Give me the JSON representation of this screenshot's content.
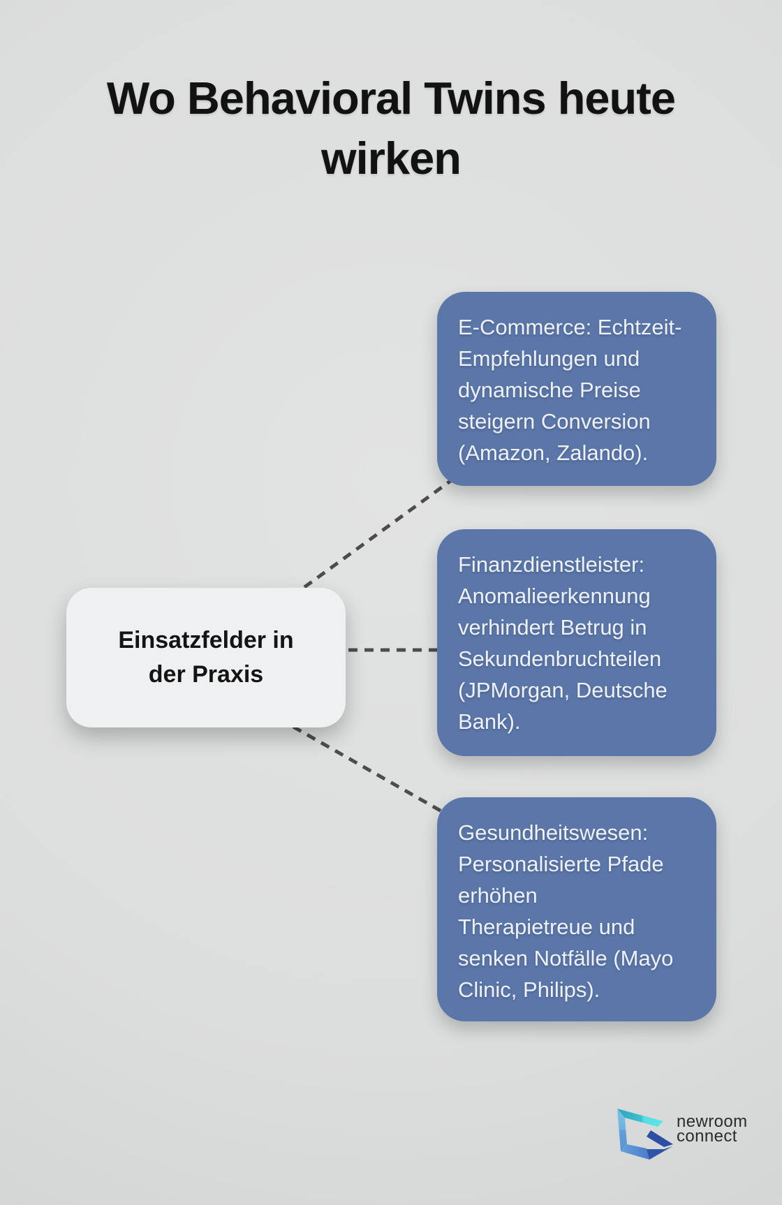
{
  "title": {
    "lines": [
      "Wo Behavioral Twins heute",
      "wirken"
    ]
  },
  "center_node": {
    "lines": [
      "Einsatzfelder in",
      "der Praxis"
    ]
  },
  "cards": [
    {
      "topic": "E-Commerce",
      "lines": [
        "E-Commerce: Echtzeit-",
        "Empfehlungen und",
        "dynamische Preise",
        "steigern Conversion",
        "(Amazon, Zalando)."
      ]
    },
    {
      "topic": "Finanzdienstleister",
      "lines": [
        "Finanzdienstleister:",
        "Anomalieerkennung",
        "verhindert Betrug in",
        "Sekundenbruchteilen",
        "(JPMorgan, Deutsche",
        "Bank)."
      ]
    },
    {
      "topic": "Gesundheitswesen",
      "lines": [
        "Gesundheitswesen:",
        "Personalisierte Pfade",
        "erhöhen",
        "Therapietreue und",
        "senken Notfälle (Mayo",
        "Clinic, Philips)."
      ]
    }
  ],
  "logo": {
    "name_line1": "newroom",
    "name_line2": "connect"
  },
  "colors": {
    "background": "#dcdddd",
    "card_blue": "#5b77a9",
    "card_text": "#eef1f6",
    "node_bg": "#eff0f2",
    "text_dark": "#121212",
    "connector_gray": "#4c4c4c",
    "logo_teal": "#31a9c0",
    "logo_cyan": "#5ce1e6",
    "logo_lightblue": "#7cc3e4",
    "logo_blue": "#4a7cca",
    "logo_darkblue": "#2d4fa3"
  }
}
